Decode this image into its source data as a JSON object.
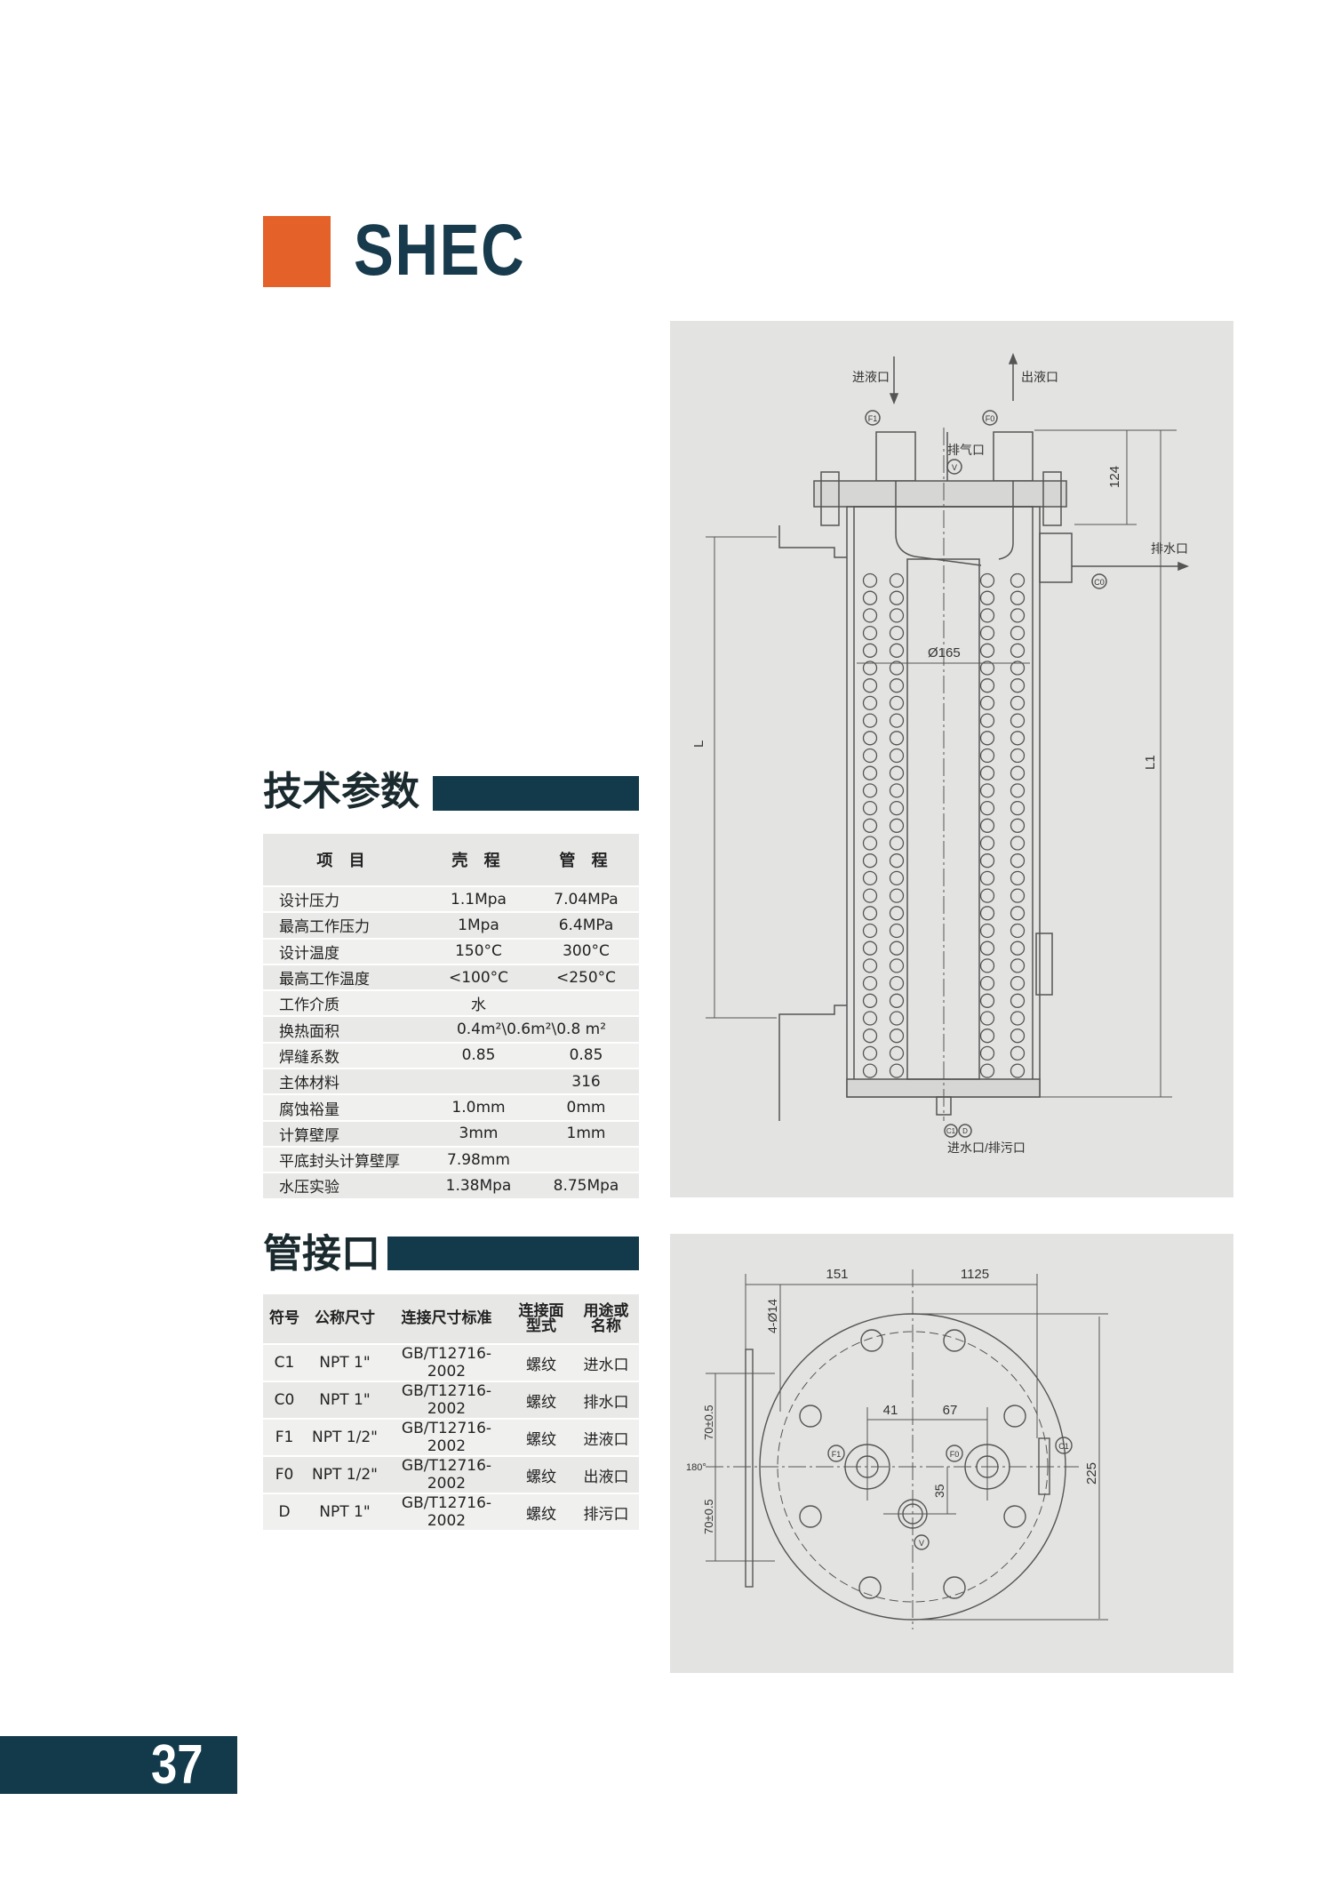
{
  "brand": "SHEC",
  "colors": {
    "accent": "#e4612a",
    "dark": "#123a4b",
    "panel": "#e3e3e1"
  },
  "tech_params": {
    "title": "技术参数",
    "headers": [
      "项 目",
      "壳 程",
      "管 程"
    ],
    "rows": [
      [
        "设计压力",
        "1.1Mpa",
        "7.04MPa"
      ],
      [
        "最高工作压力",
        "1Mpa",
        "6.4MPa"
      ],
      [
        "设计温度",
        "150°C",
        "300°C"
      ],
      [
        "最高工作温度",
        "<100°C",
        "<250°C"
      ],
      [
        "工作介质",
        "水",
        ""
      ],
      [
        "换热面积",
        "0.4m²\\0.6m²\\0.8 m²",
        ""
      ],
      [
        "焊缝系数",
        "0.85",
        "0.85"
      ],
      [
        "主体材料",
        "",
        "316"
      ],
      [
        "腐蚀裕量",
        "1.0mm",
        "0mm"
      ],
      [
        "计算壁厚",
        "3mm",
        "1mm"
      ],
      [
        "平底封头计算壁厚",
        "7.98mm",
        ""
      ],
      [
        "水压实验",
        "1.38Mpa",
        "8.75Mpa"
      ]
    ]
  },
  "nozzles": {
    "title": "管接口",
    "headers": [
      "符号",
      "公称尺寸",
      "连接尺寸标准",
      "连接面型式",
      "用途或名称"
    ],
    "rows": [
      [
        "C1",
        "NPT 1\"",
        "GB/T12716-2002",
        "螺纹",
        "进水口"
      ],
      [
        "C0",
        "NPT 1\"",
        "GB/T12716-2002",
        "螺纹",
        "排水口"
      ],
      [
        "F1",
        "NPT 1/2\"",
        "GB/T12716-2002",
        "螺纹",
        "进液口"
      ],
      [
        "F0",
        "NPT 1/2\"",
        "GB/T12716-2002",
        "螺纹",
        "出液口"
      ],
      [
        "D",
        "NPT 1\"",
        "GB/T12716-2002",
        "螺纹",
        "排污口"
      ]
    ]
  },
  "section_drawing": {
    "inlet_liquid": "进液口",
    "outlet_liquid": "出液口",
    "vent": "排气口",
    "drain": "排水口",
    "bottom_port": "进水口/排污口",
    "dim_diameter": "Ø165",
    "dim_124": "124",
    "dim_L": "L",
    "dim_L1": "L1",
    "tags": {
      "f1": "F1",
      "f0": "F0",
      "v": "V",
      "c0": "C0",
      "c1": "C1",
      "d": "D"
    }
  },
  "top_view_drawing": {
    "dim_151": "151",
    "dim_1125": "1125",
    "dim_holes": "4-Ø14",
    "dim_41": "41",
    "dim_67": "67",
    "dim_35": "35",
    "dim_70_upper": "70±0.5",
    "dim_70_lower": "70±0.5",
    "angle": "180°",
    "dim_225": "225",
    "tags": {
      "f1": "F1",
      "f0": "F0",
      "v": "V",
      "c1": "C1"
    }
  },
  "page_number": "37"
}
